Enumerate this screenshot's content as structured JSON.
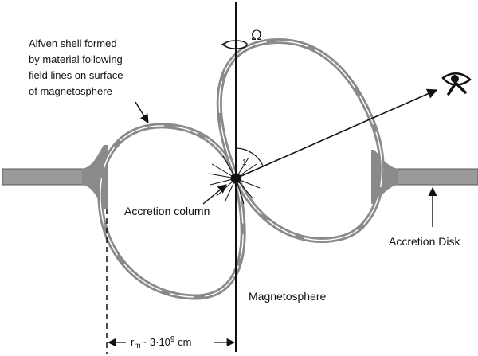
{
  "labels": {
    "alfven_line1": "Alfven shell formed",
    "alfven_line2": "by material following",
    "alfven_line3": "field lines on surface",
    "alfven_line4": "of magnetosphere",
    "omega": "Ω",
    "angle_mark": "1",
    "accretion_column": "Accretion column",
    "accretion_disk": "Accretion Disk",
    "magnetosphere": "Magnetosphere",
    "radius_r": "r",
    "radius_sub": "m",
    "radius_value": "~ 3·10",
    "radius_exp": "9",
    "radius_unit": " cm"
  },
  "icons": {
    "observer": "eye-icon",
    "rotation": "rotation-arrow-icon"
  },
  "colors": {
    "ink": "#111111",
    "shell_gray": "#8a8a8a",
    "disk_fill": "#9a9a9a"
  }
}
